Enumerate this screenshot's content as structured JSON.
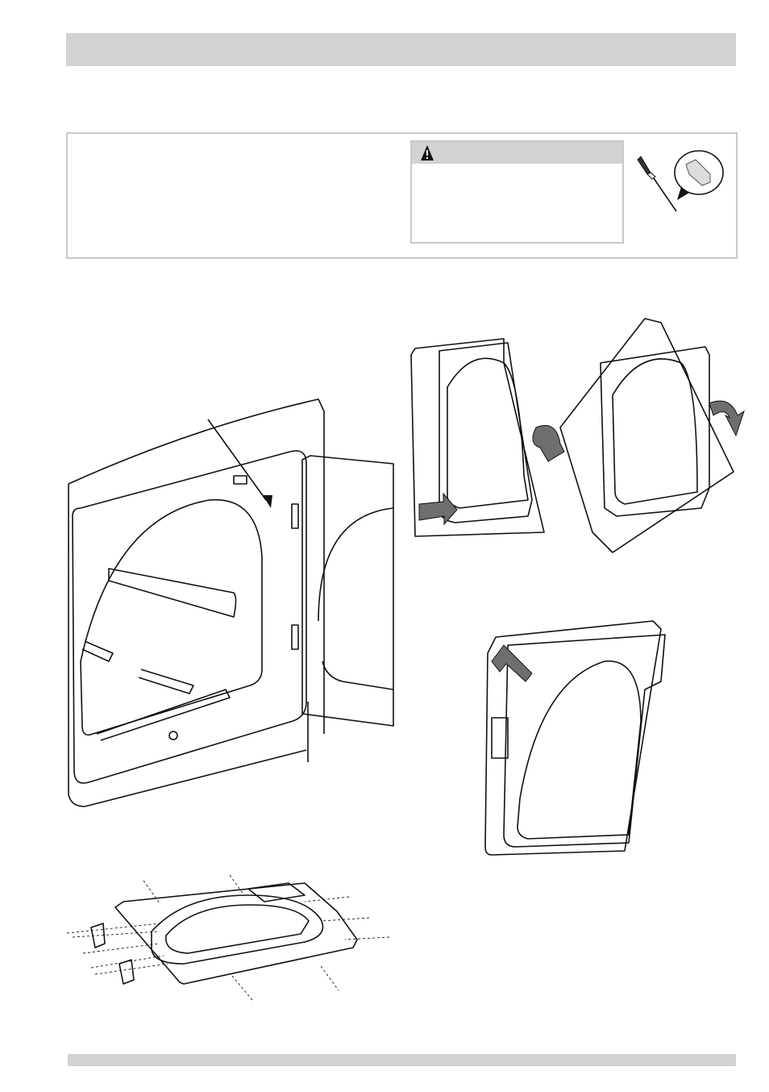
{
  "colors": {
    "bar": "#d1d2d4",
    "border": "#c8c9cb",
    "ink": "#111111",
    "arrow": "#6d6e70"
  },
  "icons": {
    "warning": "warning-triangle-icon",
    "tool": "phillips-screwdriver-icon"
  },
  "figures": [
    "dryer-door-screw-removal",
    "door-rotate-flip",
    "door-reinstall",
    "door-hinge-screws-exploded"
  ]
}
